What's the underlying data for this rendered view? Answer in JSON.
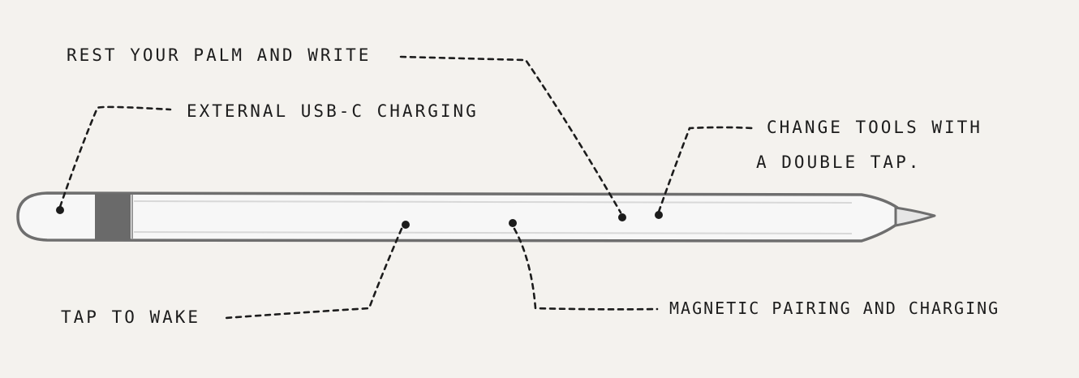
{
  "labels": {
    "rest_palm": "REST YOUR PALM AND WRITE",
    "external_charging": "EXTERNAL USB-C CHARGING",
    "change_tools_line1": "CHANGE TOOLS WITH",
    "change_tools_line2": "A DOUBLE TAP.",
    "tap_to_wake": "TAP TO WAKE",
    "magnetic_pairing": "MAGNETIC PAIRING AND CHARGING"
  },
  "colors": {
    "background": "#f4f2ee",
    "ink": "#1c1c1c",
    "pencil_body": "#f7f7f7",
    "pencil_outline": "#6e6e6e",
    "charging_band": "#6a6a6a",
    "tip": "#e6e6e6"
  }
}
